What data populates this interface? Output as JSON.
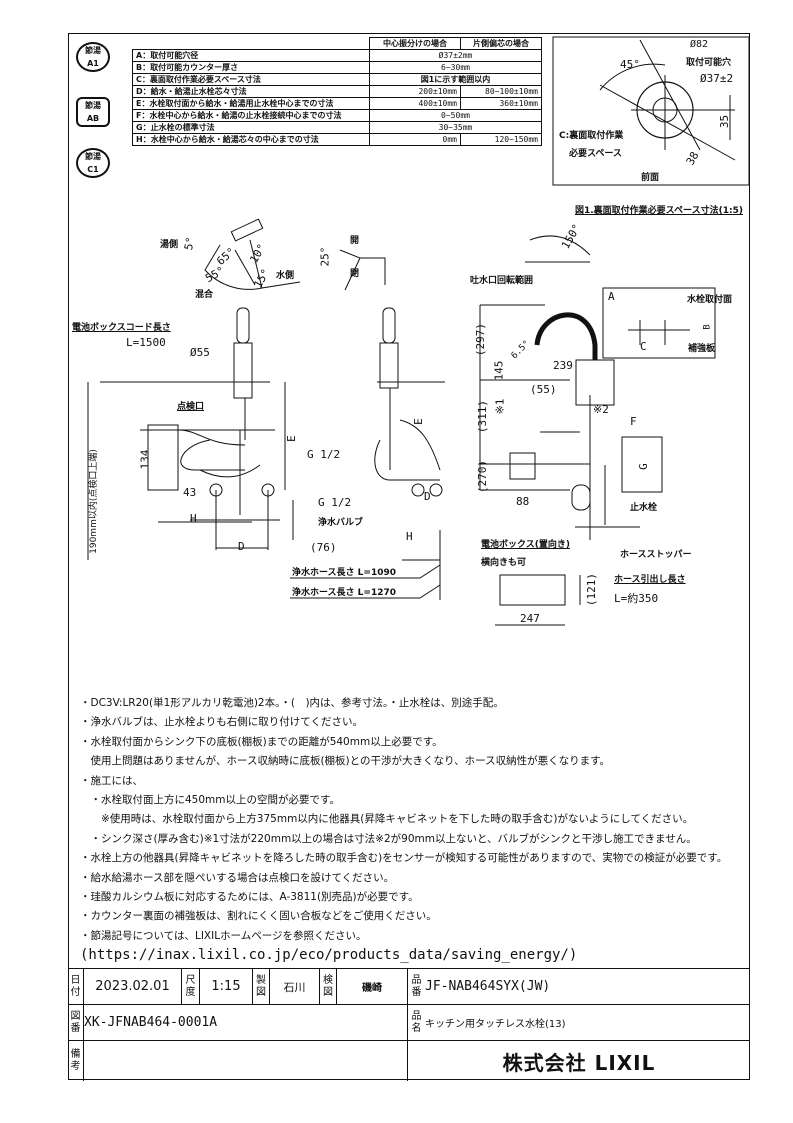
{
  "badges": [
    {
      "top": "節湯",
      "bottom": "A1"
    },
    {
      "top": "節湯",
      "bottom": "AB"
    },
    {
      "top": "節湯",
      "bottom": "C1"
    }
  ],
  "spec_table": {
    "headers": [
      "中心振分けの場合",
      "片側偏芯の場合"
    ],
    "rows": [
      {
        "label": "A：取付可能穴径",
        "values": [
          "Ø37±2mm"
        ]
      },
      {
        "label": "B：取付可能カウンター厚さ",
        "values": [
          "6~30mm"
        ]
      },
      {
        "label": "C：裏面取付作業必要スペース寸法",
        "values": [
          "図1に示す範囲以内"
        ]
      },
      {
        "label": "D：給水・給湯止水栓芯々寸法",
        "values": [
          "200±10mm",
          "80~100±10mm"
        ]
      },
      {
        "label": "E：水栓取付面から給水・給湯用止水栓中心までの寸法",
        "values": [
          "400±10mm",
          "360±10mm"
        ]
      },
      {
        "label": "F：水栓中心から給水・給湯の止水栓接続中心までの寸法",
        "values": [
          "0~50mm"
        ]
      },
      {
        "label": "G：止水栓の標準寸法",
        "values": [
          "30~35mm"
        ]
      },
      {
        "label": "H：水栓中心から給水・給湯芯々の中心までの寸法",
        "values": [
          "0mm",
          "120~150mm"
        ]
      }
    ]
  },
  "figure1": {
    "dia_82": "Ø82",
    "hole_label": "取付可能穴",
    "hole_dim": "Ø37±2",
    "angle": "45°",
    "dim_35": "35",
    "dim_38": "38",
    "space_label_1": "C:裏面取付作業",
    "space_label_2": "必要スペース",
    "front": "前面",
    "caption": "図1.裏面取付作業必要スペース寸法(1:5)"
  },
  "lever": {
    "hot": "湯側",
    "cold": "水側",
    "mix": "混合",
    "a5": "5°",
    "a65": "65°",
    "a10": "10°",
    "a55": "55°",
    "a15": "15°",
    "a25": "25°",
    "open": "開",
    "close": "閉"
  },
  "front_view": {
    "cord_label": "電池ボックスコード長さ",
    "cord_len": "L=1500",
    "dia55": "Ø55",
    "inspection": "点検口",
    "dim134": "134",
    "dim43": "43",
    "vertical": "190mm以内(点検口上端)",
    "E": "E",
    "g12a": "G 1/2",
    "g12b": "G 1/2",
    "valve": "浄水バルブ",
    "H": "H",
    "D": "D",
    "d76": "(76)"
  },
  "hoses": {
    "h1": "浄水ホース長さ L=1090",
    "h2": "浄水ホース長さ L=1270"
  },
  "side_view": {
    "rotation": "吐水口回転範囲",
    "a150": "150°",
    "d297": "(297)",
    "d145": "145",
    "d65": "6.5°",
    "d239": "239",
    "d55": "(55)",
    "d311": "(311)",
    "m1": "※1",
    "m2": "※2",
    "d270": "(270)",
    "d88": "88",
    "F": "F",
    "G": "G",
    "A": "A",
    "C": "C",
    "B": "B",
    "mount_face": "水栓取付面",
    "reinforce": "補強板",
    "stop_valve": "止水栓",
    "battery_1": "電池ボックス(置向き)",
    "battery_2": "横向きも可",
    "stopper": "ホースストッパー",
    "pull_len_label": "ホース引出し長さ",
    "pull_len": "L=約350",
    "d121": "(121)",
    "d247": "247"
  },
  "notes": [
    "・DC3V:LR20(単1形アルカリ乾電池)2本。・(　)内は、参考寸法。・止水栓は、別途手配。",
    "・浄水バルブは、止水栓よりも右側に取り付けてください。",
    "・水栓取付面からシンク下の底板(棚板)までの距離が540mm以上必要です。",
    "　使用上問題はありませんが、ホース収納時に底板(棚板)との干渉が大きくなり、ホース収納性が悪くなります。",
    "・施工には、",
    "　・水栓取付面上方に450mm以上の空間が必要です。",
    "　　※使用時は、水栓取付面から上方375mm以内に他器具(昇降キャビネットを下した時の取手含む)がないようにしてください。",
    "　・シンク深さ(厚み含む)※1寸法が220mm以上の場合は寸法※2が90mm以上ないと、バルブがシンクと干渉し施工できません。",
    "・水栓上方の他器具(昇降キャビネットを降ろした時の取手含む)をセンサーが検知する可能性がありますので、実物での検証が必要です。",
    "・給水給湯ホース部を隠ぺいする場合は点検口を設けてください。",
    "・珪酸カルシウム板に対応するためには、A-3811(別売品)が必要です。",
    "・カウンター裏面の補強板は、割れにくく固い合板などをご使用ください。",
    "・節湯記号については、LIXILホームページを参照ください。"
  ],
  "url": "(https://inax.lixil.co.jp/eco/products_data/saving_energy/)",
  "title_block": {
    "date_label": "日付",
    "date": "2023.02.01",
    "scale_label": "尺度",
    "scale": "1:15",
    "drawn_label": "製図",
    "drawn": "石川",
    "checked_label": "検図",
    "checked": "磯崎",
    "part_no_label": "品番",
    "part_no": "JF-NAB464SYX(JW)",
    "drawing_no_label": "図番",
    "drawing_no": "XK-JFNAB464-0001A",
    "name_label": "品名",
    "name": "キッチン用タッチレス水栓(13)",
    "remarks_label": "備考",
    "company": "株式会社 LIXIL"
  }
}
